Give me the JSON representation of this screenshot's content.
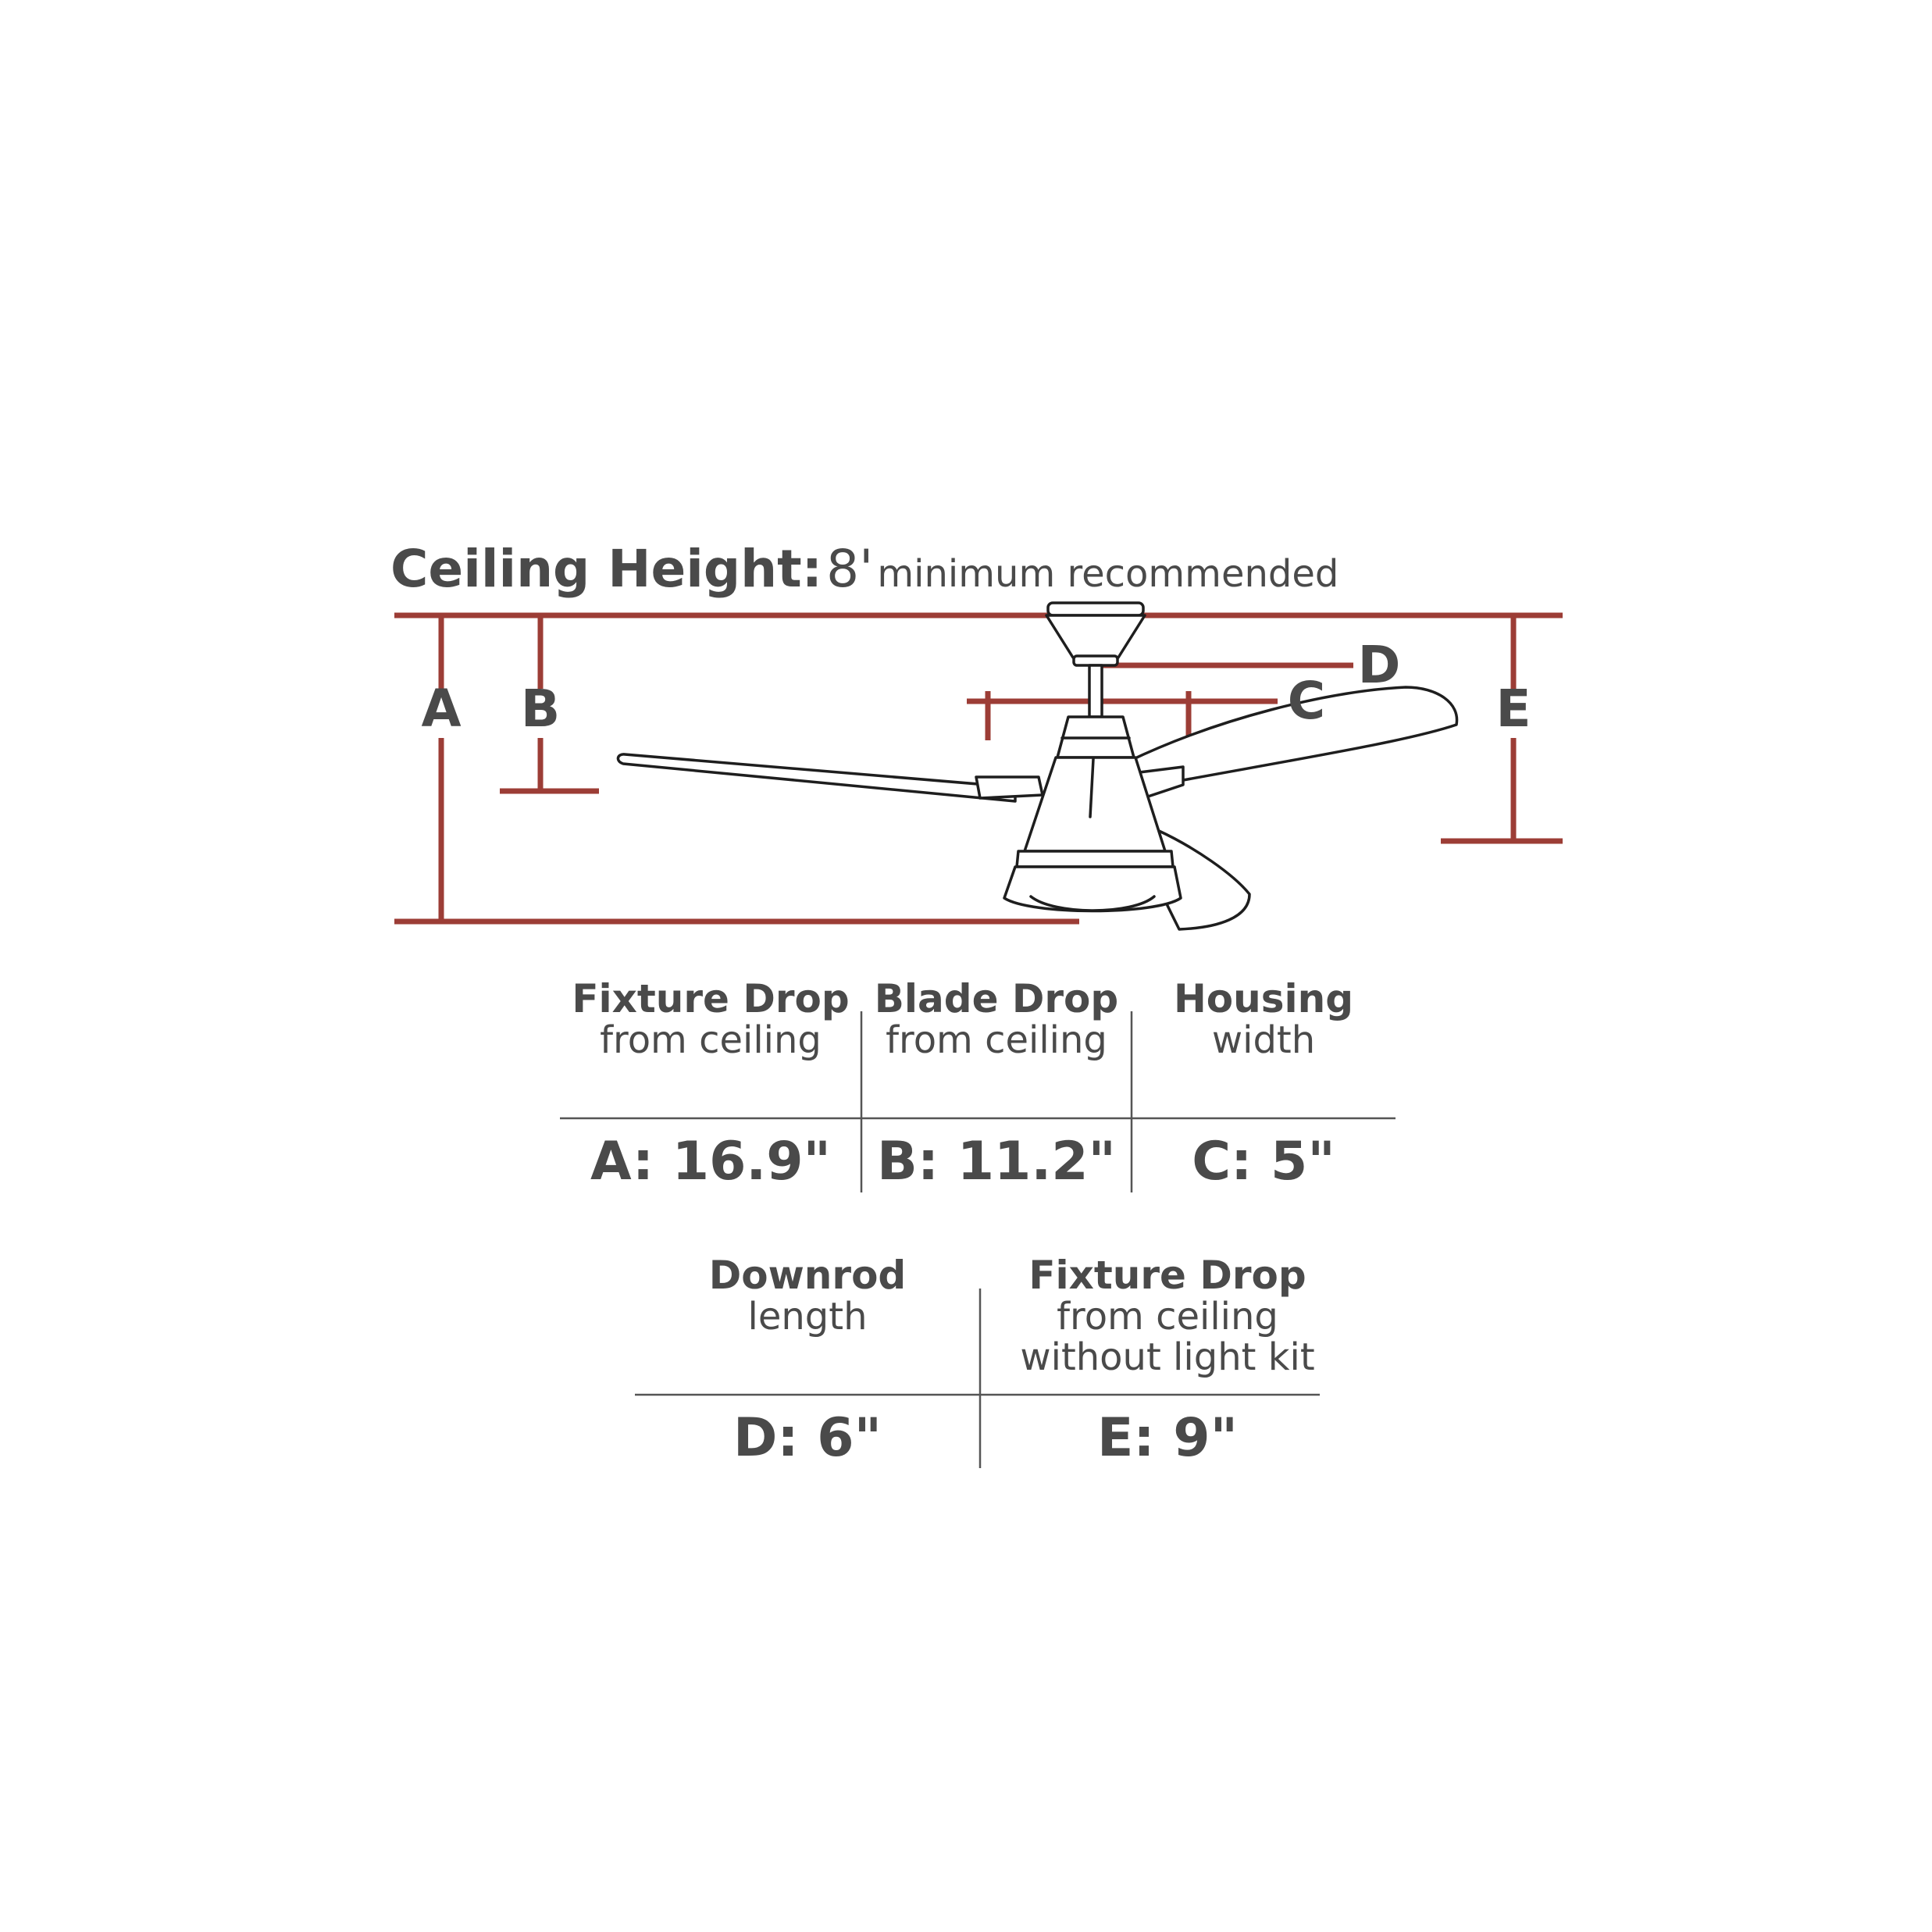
{
  "title": {
    "label": "Ceiling Height:",
    "value": "8'",
    "note": "minimum recommended"
  },
  "diagram_labels": {
    "a": "A",
    "b": "B",
    "c": "C",
    "d": "D",
    "e": "E"
  },
  "table1": {
    "columns": [
      {
        "heading": "Fixture Drop",
        "sub": "from ceiling",
        "value": "A: 16.9\""
      },
      {
        "heading": "Blade Drop",
        "sub": "from ceiling",
        "value": "B: 11.2\""
      },
      {
        "heading": "Housing",
        "sub": "width",
        "value": "C: 5\""
      }
    ]
  },
  "table2": {
    "columns": [
      {
        "heading": "Downrod",
        "sub": "length",
        "sub2": "",
        "value": "D: 6\""
      },
      {
        "heading": "Fixture Drop",
        "sub": "from ceiling",
        "sub2": "without light kit",
        "value": "E: 9\""
      }
    ]
  },
  "colors": {
    "dimension_line": "#9c3d36",
    "text": "#4a4a4a",
    "fan_outline": "#1e1e1e"
  }
}
